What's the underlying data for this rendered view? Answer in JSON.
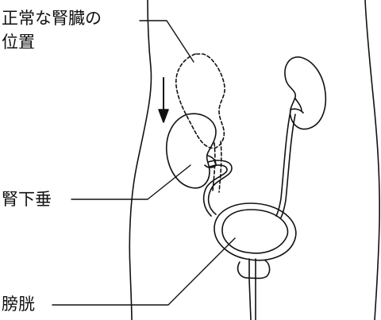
{
  "labels": {
    "normal_position_line1": "正常な腎臓の",
    "normal_position_line2": "位置",
    "nephroptosis": "腎下垂",
    "bladder": "膀胱"
  },
  "colors": {
    "stroke": "#111111",
    "background": "#ffffff"
  }
}
